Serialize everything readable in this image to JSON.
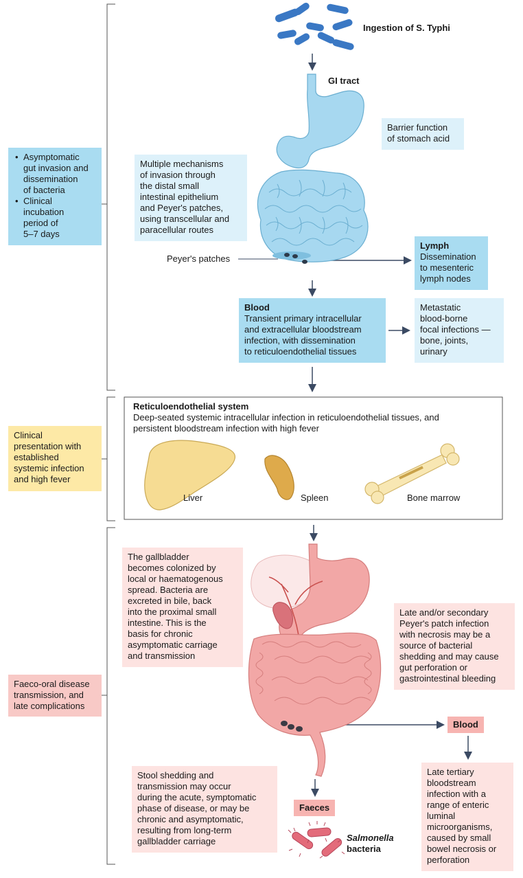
{
  "stage1": {
    "side_bullets": [
      "Asymptomatic gut invasion and dissemination of bacteria",
      "Clinical incubation period of 5–7 days"
    ],
    "side_lines": [
      [
        "Asymptomatic",
        "gut invasion and",
        "dissemination",
        "of bacteria"
      ],
      [
        "Clinical",
        "incubation",
        "period of",
        "5–7 days"
      ]
    ],
    "ingestion_label": "Ingestion of S. Typhi",
    "ingestion_prefix": "Ingestion of ",
    "ingestion_species": "S. Typhi",
    "gi_tract_label": "GI tract",
    "stomach_acid_box": [
      "Barrier function",
      "of stomach acid"
    ],
    "invasion_box": [
      "Multiple mechanisms",
      "of invasion through",
      "the distal small",
      "intestinal epithelium",
      "and Peyer's patches,",
      "using transcellular and",
      "paracellular routes"
    ],
    "peyers_label": "Peyer's patches",
    "lymph_title": "Lymph",
    "lymph_body": [
      "Dissemination",
      "to mesenteric",
      "lymph nodes"
    ],
    "blood_title": "Blood",
    "blood_body": [
      "Transient primary intracellular",
      "and extracellular bloodstream",
      "infection, with dissemination",
      "to reticuloendothelial tissues"
    ],
    "metastatic_box": [
      "Metastatic",
      "blood-borne",
      "focal infections —",
      "bone, joints,",
      "urinary"
    ]
  },
  "stage2": {
    "side_box": [
      "Clinical",
      "presentation with",
      "established",
      "systemic infection",
      "and high fever"
    ],
    "res_title": "Reticuloendothelial system",
    "res_body": [
      "Deep-seated systemic intracellular infection in reticuloendothelial tissues, and",
      "persistent bloodstream infection with high fever"
    ],
    "organs": [
      "Liver",
      "Spleen",
      "Bone marrow"
    ]
  },
  "stage3": {
    "side_box": [
      "Faeco-oral disease",
      "transmission, and",
      "late complications"
    ],
    "gallbladder_box": [
      "The gallbladder",
      "becomes colonized by",
      "local or haematogenous",
      "spread. Bacteria are",
      "excreted in bile, back",
      "into the proximal small",
      "intestine. This is the",
      "basis for chronic",
      "asymptomatic carriage",
      "and transmission"
    ],
    "peyer_late_box": [
      "Late and/or secondary",
      "Peyer's patch infection",
      "with necrosis may be a",
      "source of bacterial",
      "shedding and may cause",
      "gut perforation or",
      "gastrointestinal bleeding"
    ],
    "blood_tag": "Blood",
    "tertiary_box": [
      "Late tertiary",
      "bloodstream",
      "infection with a",
      "range of enteric",
      "luminal",
      "microorganisms,",
      "caused by small",
      "bowel necrosis or",
      "perforation"
    ],
    "stool_box": [
      "Stool shedding and",
      "transmission may occur",
      "during the acute, symptomatic",
      "phase of disease, or may be",
      "chronic and asymptomatic,",
      "resulting from long-term",
      "gallbladder carriage"
    ],
    "faeces_tag": "Faeces",
    "salmonella_label": "Salmonella bacteria",
    "salmonella_genus": "Salmonella",
    "salmonella_word": "bacteria"
  },
  "colors": {
    "blue_box": "#a9dcf1",
    "light_blue_box": "#ddf1fa",
    "yellow_box": "#fde9a6",
    "pink_box": "#f8c9c6",
    "light_pink_box": "#fde3e1",
    "bacteria_blue": "#3a78c4",
    "stomach_blue": "#a7d8f0",
    "gut_pink": "#f2a7a6",
    "arrow": "#3b4a63"
  }
}
